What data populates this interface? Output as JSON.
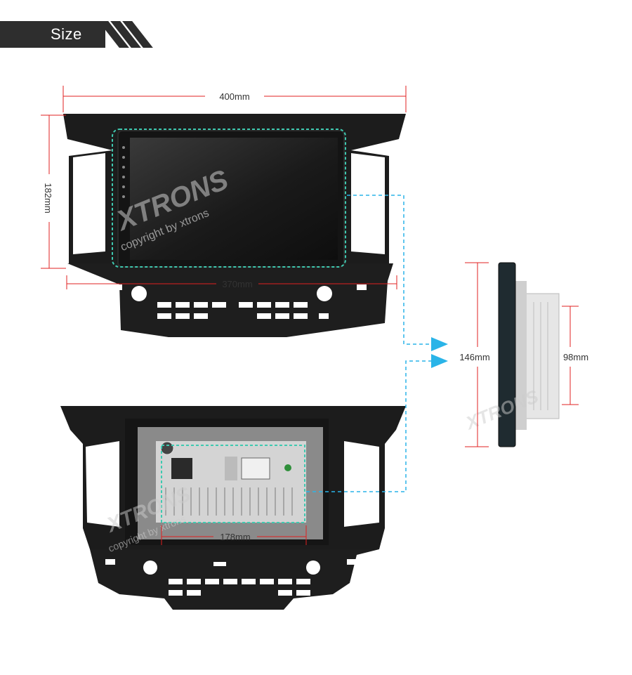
{
  "header": {
    "title": "Size"
  },
  "dimensions": {
    "width_total": "400mm",
    "height_total": "182mm",
    "width_inner": "370mm",
    "rear_width": "178mm",
    "side_height": "146mm",
    "side_depth": "98mm"
  },
  "watermark": {
    "brand": "XTRONS",
    "copyright": "copyright by xtrons"
  },
  "colors": {
    "dimension_line": "#e02020",
    "guide_line": "#2ab4e8",
    "screen_outline": "#3fc9b0",
    "panel": "#1c1c1c",
    "header_bg": "#2e2e2e"
  }
}
